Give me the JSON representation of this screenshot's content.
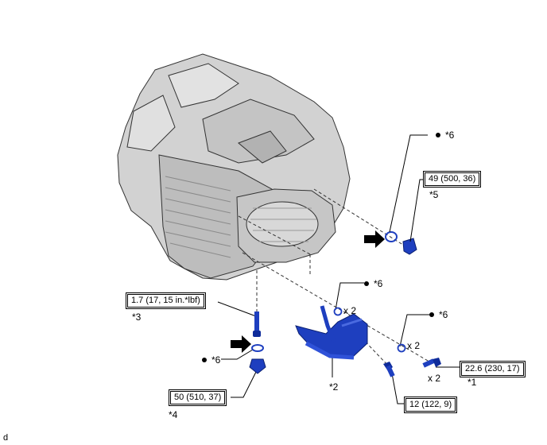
{
  "figure_id": "d",
  "torque_specs": {
    "plug_5": "49 (500, 36)",
    "bolt_3": "1.7 (17, 15 in.*lbf)",
    "plug_4": "50 (510, 37)",
    "bolt_1": "22.6 (230, 17)",
    "bolt_tube": "12 (122, 9)"
  },
  "callouts": {
    "c1": "*1",
    "c2": "*2",
    "c3": "*3",
    "c4": "*4",
    "c5": "*5",
    "c6": "*6"
  },
  "quantities": {
    "x2": "x 2"
  },
  "colors": {
    "part_blue": "#1e3fbf",
    "housing_gray": "#c8c8c8",
    "line": "#000000"
  }
}
